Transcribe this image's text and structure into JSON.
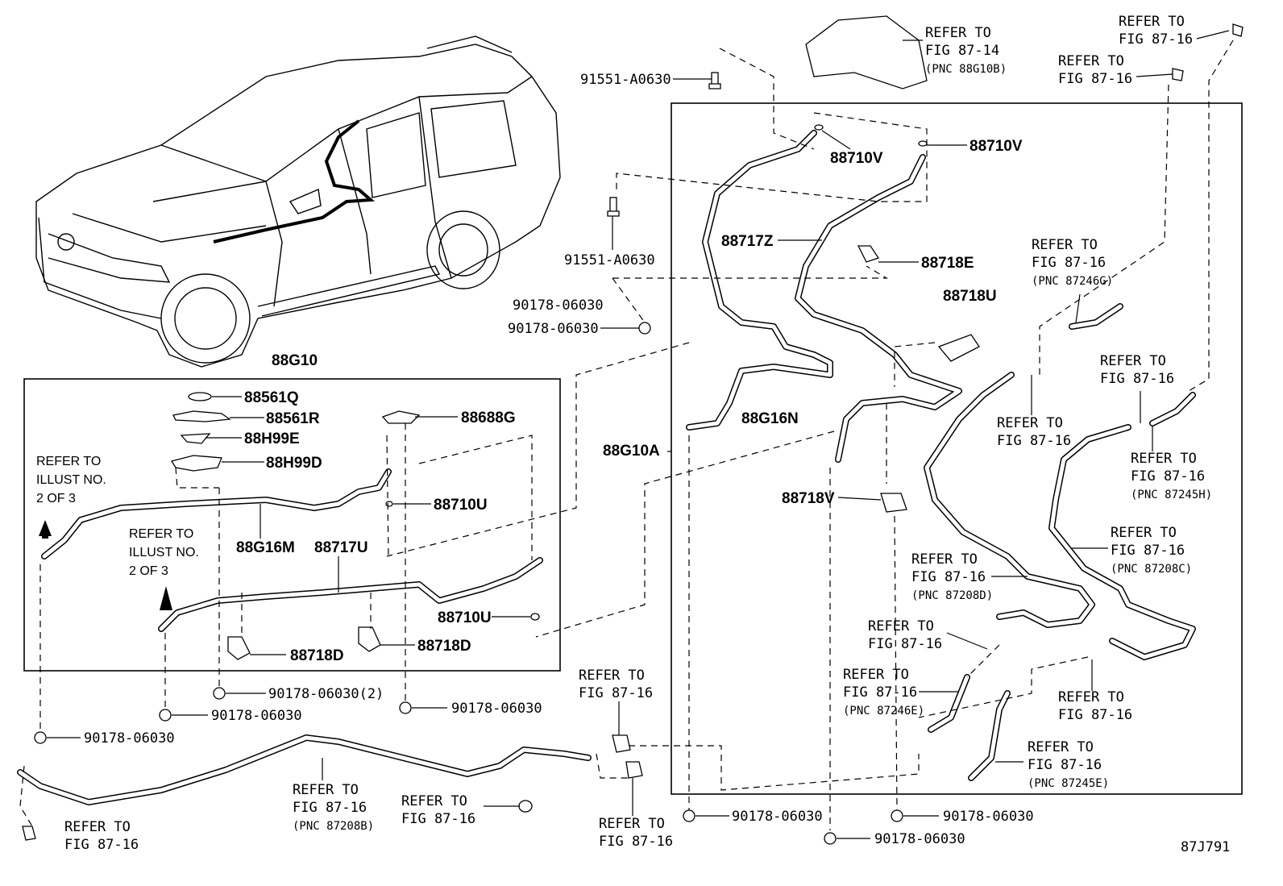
{
  "diagram_id": "87J791",
  "groups": {
    "g88G10": "88G10",
    "g88G10A": "88G10A"
  },
  "parts": {
    "p88561Q": "88561Q",
    "p88561R": "88561R",
    "p88H99E": "88H99E",
    "p88H99D": "88H99D",
    "p88688G": "88688G",
    "p88710U_a": "88710U",
    "p88710U_b": "88710U",
    "p88G16M": "88G16M",
    "p88717U": "88717U",
    "p88718D_a": "88718D",
    "p88718D_b": "88718D",
    "p88710V_a": "88710V",
    "p88710V_b": "88710V",
    "p88717Z": "88717Z",
    "p88718E": "88718E",
    "p88718U": "88718U",
    "p88G16N": "88G16N",
    "p88718V": "88718V"
  },
  "fasteners": {
    "f1": "91551-A0630",
    "f2": "91551-A0630",
    "f3": "90178-06030",
    "f4": "90178-06030",
    "f5": "90178-06030(2)",
    "f6": "90178-06030",
    "f7": "90178-06030",
    "f8": "90178-06030",
    "f9": "90178-06030",
    "f10": "90178-06030",
    "f11": "90178-06030"
  },
  "refs": {
    "r_top1": [
      "REFER TO",
      "FIG 87-14",
      "(PNC 88G10B)"
    ],
    "r_top2": [
      "REFER TO",
      "FIG 87-16"
    ],
    "r_top3": [
      "REFER TO",
      "FIG 87-16"
    ],
    "r_87246G": [
      "REFER TO",
      "FIG 87-16",
      "(PNC 87246G)"
    ],
    "r_mid1": [
      "REFER TO",
      "FIG 87-16"
    ],
    "r_mid2": [
      "REFER TO",
      "FIG 87-16"
    ],
    "r_87245H": [
      "REFER TO",
      "FIG 87-16",
      "(PNC 87245H)"
    ],
    "r_87208C": [
      "REFER TO",
      "FIG 87-16",
      "(PNC 87208C)"
    ],
    "r_87208D": [
      "REFER TO",
      "FIG 87-16",
      "(PNC 87208D)"
    ],
    "r_mid3": [
      "REFER TO",
      "FIG 87-16"
    ],
    "r_87246E": [
      "REFER TO",
      "FIG 87-16",
      "(PNC 87246E)"
    ],
    "r_mid4": [
      "REFER TO",
      "FIG 87-16"
    ],
    "r_87245E": [
      "REFER TO",
      "FIG 87-16",
      "(PNC 87245E)"
    ],
    "r_bot1": [
      "REFER TO",
      "FIG 87-16"
    ],
    "r_87208B": [
      "REFER TO",
      "FIG 87-16",
      "(PNC 87208B)"
    ],
    "r_bot2": [
      "REFER TO",
      "FIG 87-16"
    ],
    "r_bot3": [
      "REFER TO",
      "FIG 87-16"
    ],
    "r_bot4": [
      "REFER TO",
      "FIG 87-16"
    ],
    "r_illus1": [
      "REFER TO",
      "ILLUST NO.",
      "2 OF 3"
    ],
    "r_illus2": [
      "REFER TO",
      "ILLUST NO.",
      "2 OF 3"
    ]
  }
}
